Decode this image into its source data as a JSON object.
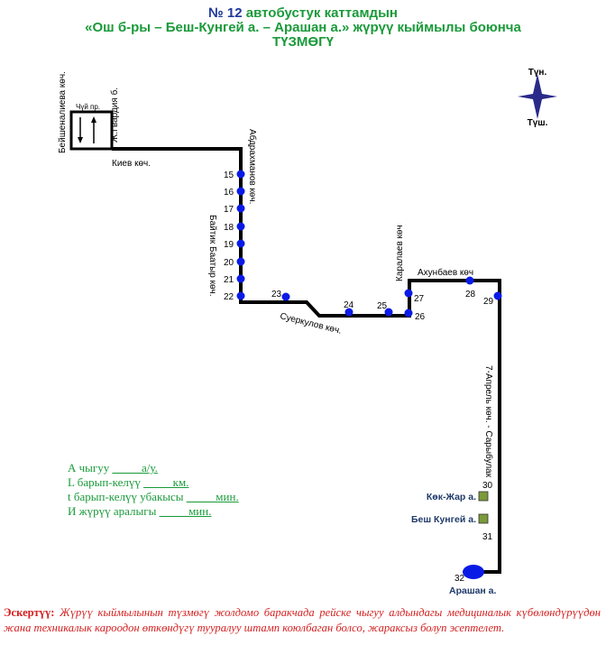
{
  "title": {
    "number": "№ 12",
    "line1_rest": "автобустук каттамдын",
    "line2": "«Ош б-ры – Беш-Кунгей а. – Арашан а.» жүрүү кыймылы боюнча",
    "line3": "ТҮЗМӨГҮ"
  },
  "compass": {
    "north": "Түн.",
    "south": "Түш."
  },
  "streets": {
    "beishenalieva": "Бейшеналиева көч.",
    "zh_gvardiya": "Ж.Гвардия б.",
    "chui": "Чүй пр.",
    "kiev": "Киев көч.",
    "abdrakhmanov": "Абдрахманов көч.",
    "baitik": "Байтик Баатыр көч.",
    "suerkulov": "Суеркулов көч.",
    "karalaev": "Каралаев көч",
    "akhunbaev": "Ахунбаев көч",
    "aprel_sarybulak": "7-Апрель көч. - Сарыбулак"
  },
  "stops": [
    "15",
    "16",
    "17",
    "18",
    "19",
    "20",
    "21",
    "22",
    "23",
    "24",
    "25",
    "26",
    "27",
    "28",
    "29",
    "30",
    "31",
    "32"
  ],
  "places": {
    "kok_zhar": "Көк-Жар а.",
    "besh_kungei": "Беш Кунгей а.",
    "arashan": "Арашан а."
  },
  "info": {
    "a_label": "А чыгуу",
    "a_value": "_____а/у.",
    "l_label": "L барып-келүү",
    "l_value": "_____км.",
    "t_label": "t барып-келүү убакысы",
    "t_value": "_____мин.",
    "i_label": "И жүрүү аралыгы",
    "i_value": "_____мин."
  },
  "note": {
    "label": "Эскертүү:",
    "text": "Жүрүү кыймылынын түзмөгү жолдомо баракчада рейске чыгуу алдындагы медициналык күбөлөндүрүүдөн жана техникалык кароодон өткөндүгү тууралуу штамп коюлбаган болсо, жараксыз болуп эсептелет."
  },
  "colors": {
    "title": "#1a9a3a",
    "number": "#1f3a9a",
    "route": "#000000",
    "stop": "#0a1ae6",
    "note": "#d42020",
    "compass": "#2a2a8a",
    "place_marker": "#7a9a3a"
  }
}
